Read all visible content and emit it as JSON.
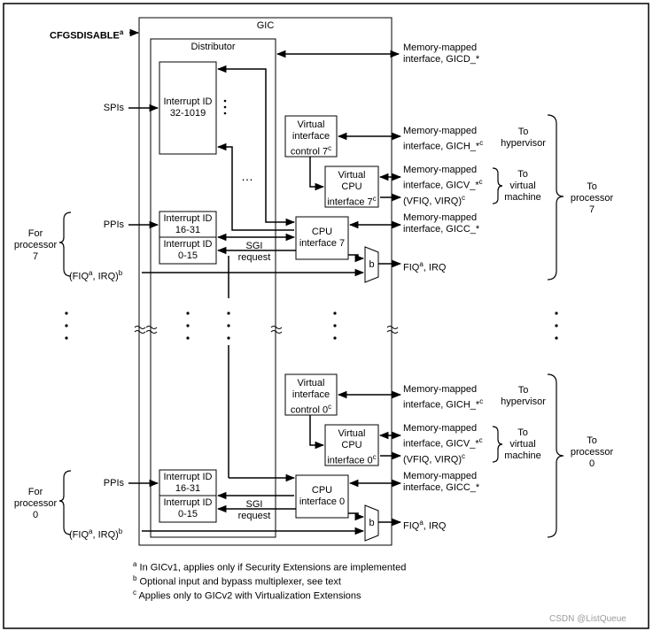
{
  "labels": {
    "cfgsdisable": "CFGSDISABLE",
    "cfgsdisable_sup": "a",
    "gic": "GIC",
    "distributor": "Distributor",
    "spis": "SPIs",
    "interrupt_id_spi": "Interrupt ID\n32-1019",
    "ppis": "PPIs",
    "interrupt_id_16_31": "Interrupt ID\n16-31",
    "interrupt_id_0_15": "Interrupt ID\n0-15",
    "sgi_request": "SGI\nrequest",
    "cpu_interface_7": "CPU\ninterface 7",
    "cpu_interface_0": "CPU\ninterface 0",
    "virtual_interface_control_7": "Virtual\ninterface\ncontrol 7",
    "virtual_interface_control_0": "Virtual\ninterface\ncontrol 0",
    "virtual_cpu_interface_7": "Virtual\nCPU\ninterface 7",
    "virtual_cpu_interface_0": "Virtual\nCPU\ninterface 0",
    "sup_c": "c",
    "sup_a": "a",
    "sup_b": "b",
    "mux_b": "b",
    "ellipsis": "…",
    "gicd": "Memory-mapped\ninterface, GICD_*",
    "gich": "Memory-mapped\ninterface, GICH_*",
    "gicv": "Memory-mapped\ninterface, GICV_*",
    "gicc": "Memory-mapped\ninterface, GICC_*",
    "vfiq_virq": "(VFIQ, VIRQ)",
    "fiq_irq_out": "FIQ",
    "fiq_irq_out_rest": ", IRQ",
    "fiq_irq_in_open": "(FIQ",
    "fiq_irq_in_mid": ", IRQ)",
    "to_hypervisor": "To\nhypervisor",
    "to_virtual_machine": "To\nvirtual\nmachine",
    "to_processor_7": "To\nprocessor\n7",
    "to_processor_0": "To\nprocessor\n0",
    "for_processor_7": "For\nprocessor\n7",
    "for_processor_0": "For\nprocessor\n0"
  },
  "footnotes": [
    {
      "mark": "a",
      "text": "In GICv1, applies only if Security Extensions are implemented"
    },
    {
      "mark": "b",
      "text": "Optional input and bypass multiplexer, see text"
    },
    {
      "mark": "c",
      "text": "Applies only to GICv2 with Virtualization Extensions"
    }
  ],
  "watermark": "CSDN @ListQueue"
}
